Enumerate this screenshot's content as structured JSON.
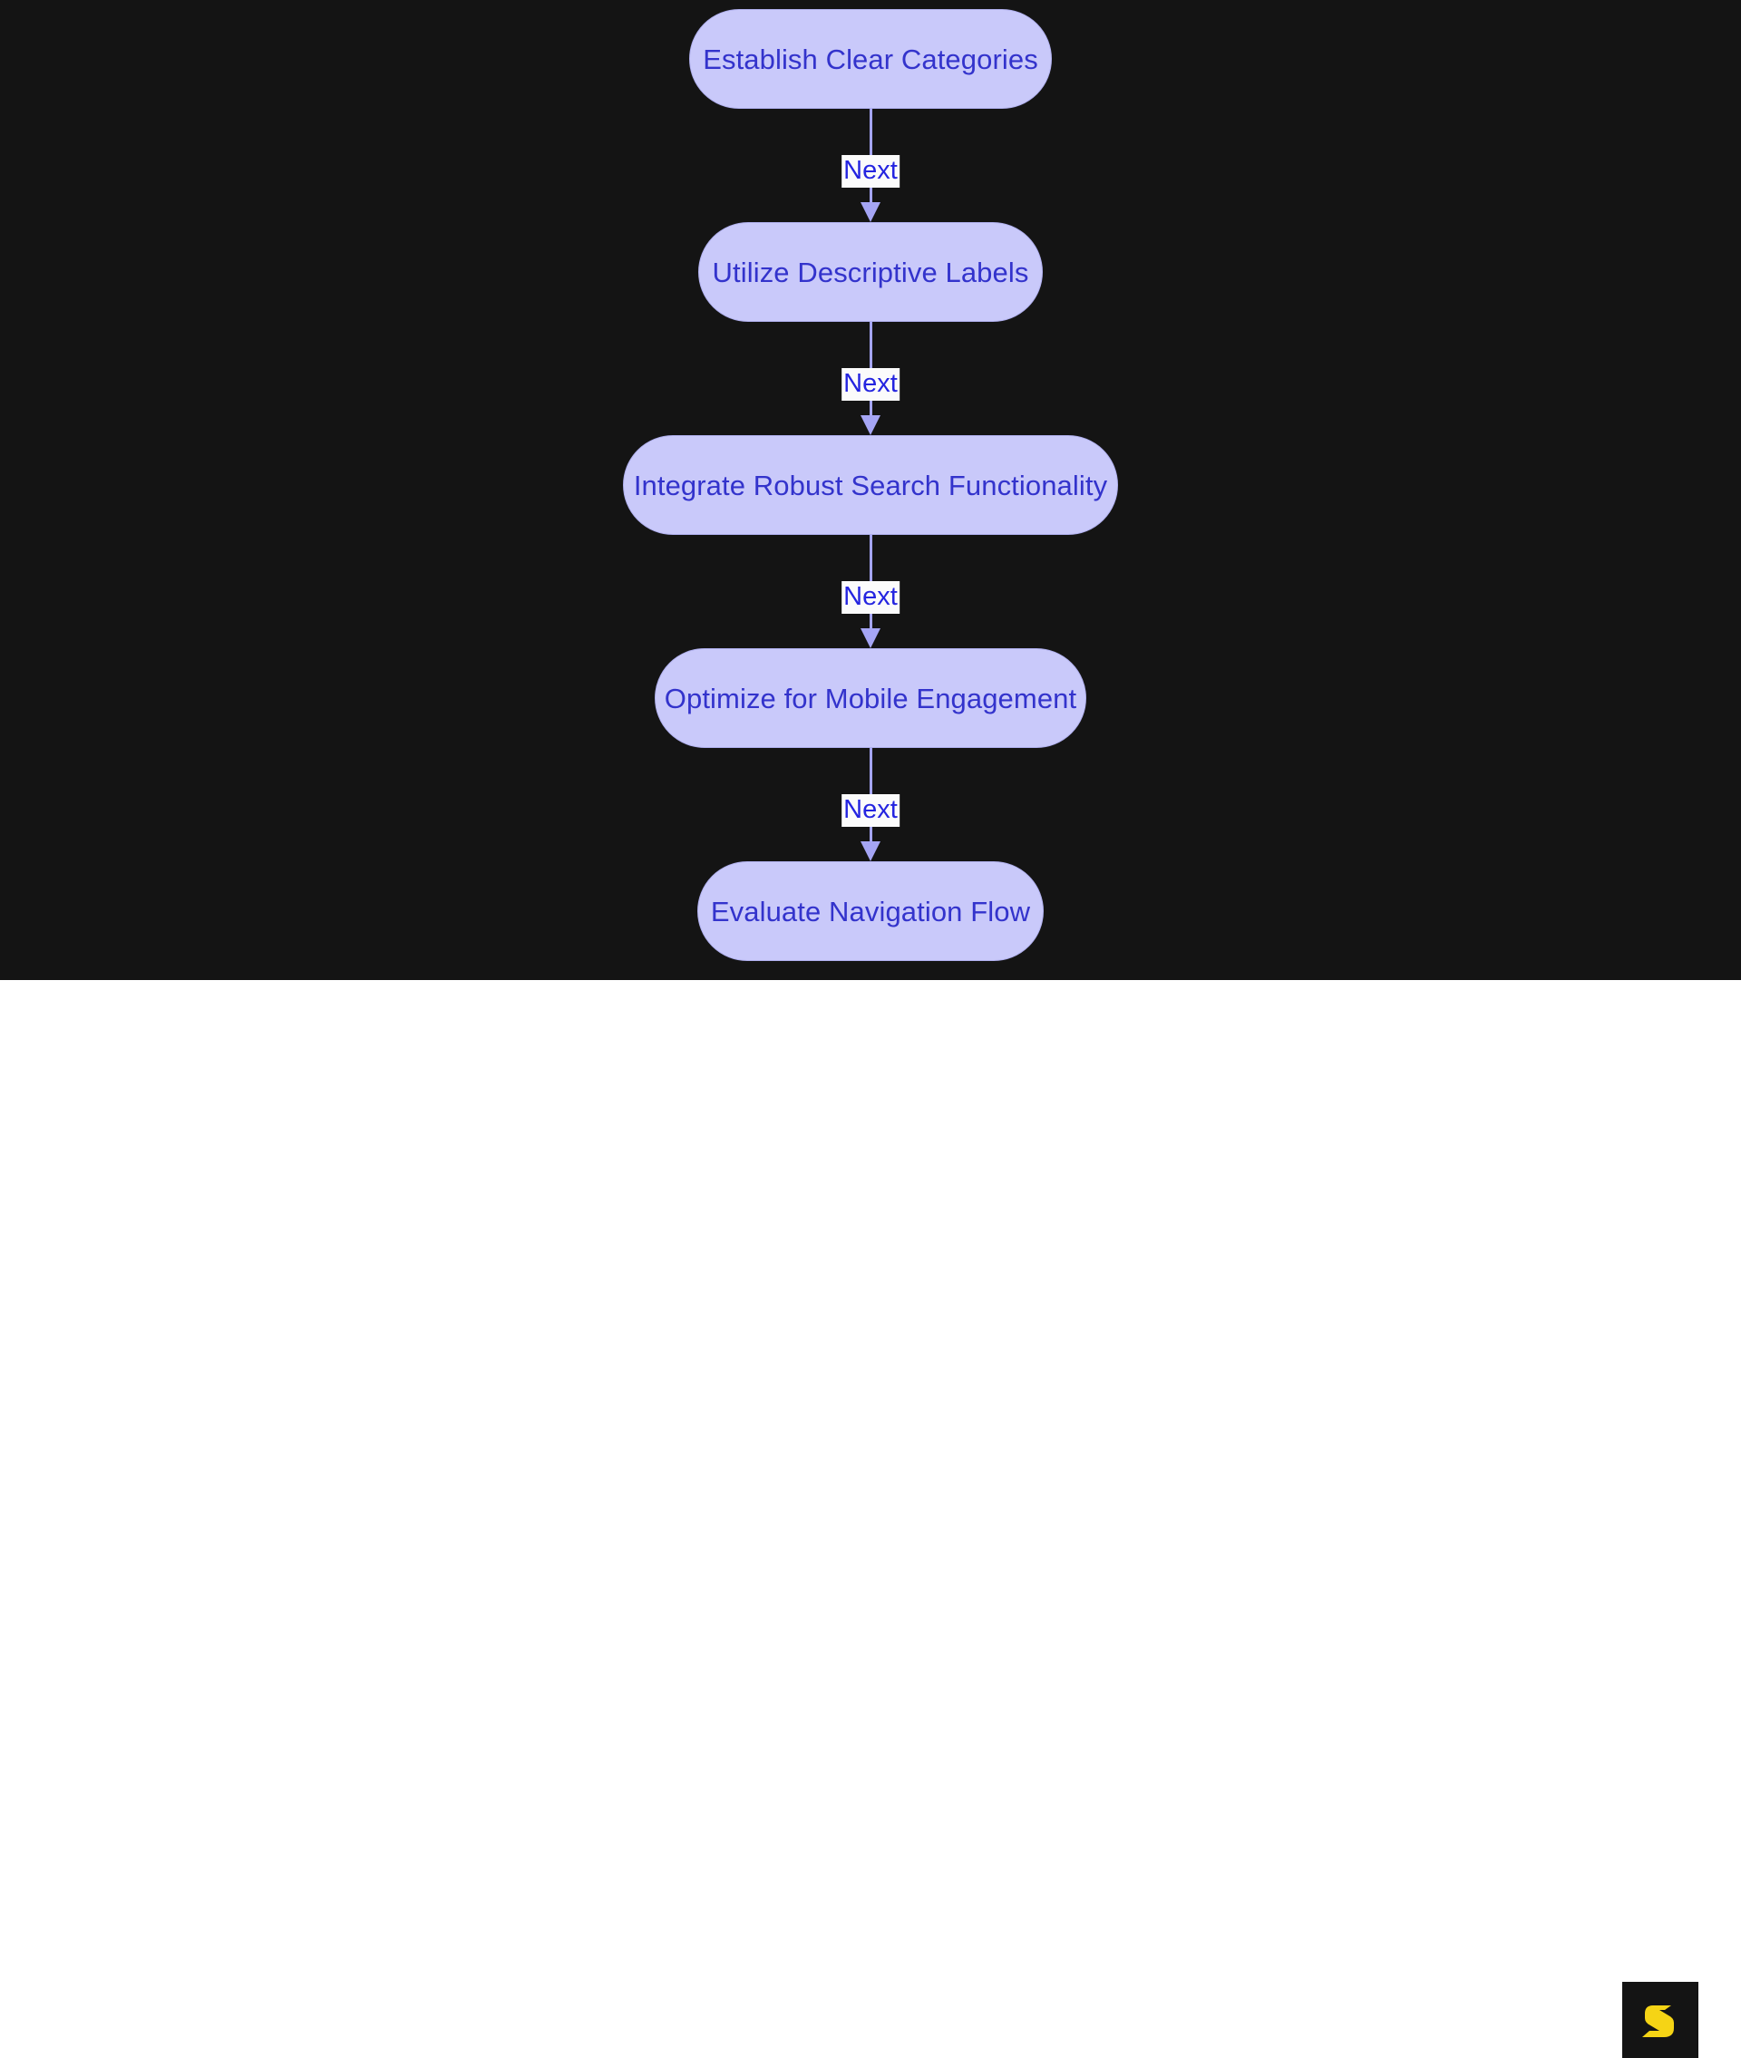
{
  "diagram": {
    "type": "flowchart",
    "orientation": "top-to-bottom",
    "background_color": "#141414",
    "node_fill_color": "#c9c9fa",
    "node_border_color": "#b0b0ee",
    "node_text_color": "#3333cc",
    "connector_color": "#a5a5f5",
    "connector_label_text_color": "#2424e0",
    "connector_label_background_color": "#fbfbfb",
    "nodes": [
      {
        "id": "establish-clear-categories",
        "label": "Establish Clear Categories"
      },
      {
        "id": "utilize-descriptive-labels",
        "label": "Utilize Descriptive Labels"
      },
      {
        "id": "integrate-robust-search-functionality",
        "label": "Integrate Robust Search Functionality"
      },
      {
        "id": "optimize-for-mobile-engagement",
        "label": "Optimize for Mobile Engagement"
      },
      {
        "id": "evaluate-navigation-flow",
        "label": "Evaluate Navigation Flow"
      }
    ],
    "connectors": [
      {
        "from": "establish-clear-categories",
        "to": "utilize-descriptive-labels",
        "label": "Next"
      },
      {
        "from": "utilize-descriptive-labels",
        "to": "integrate-robust-search-functionality",
        "label": "Next"
      },
      {
        "from": "integrate-robust-search-functionality",
        "to": "optimize-for-mobile-engagement",
        "label": "Next"
      },
      {
        "from": "optimize-for-mobile-engagement",
        "to": "evaluate-navigation-flow",
        "label": "Next"
      }
    ]
  },
  "footer": {
    "background_color": "#ffffff",
    "logo": {
      "icon": "s-monogram-logo-icon",
      "glyph_color": "#f5d415",
      "tile_color": "#141414"
    }
  }
}
